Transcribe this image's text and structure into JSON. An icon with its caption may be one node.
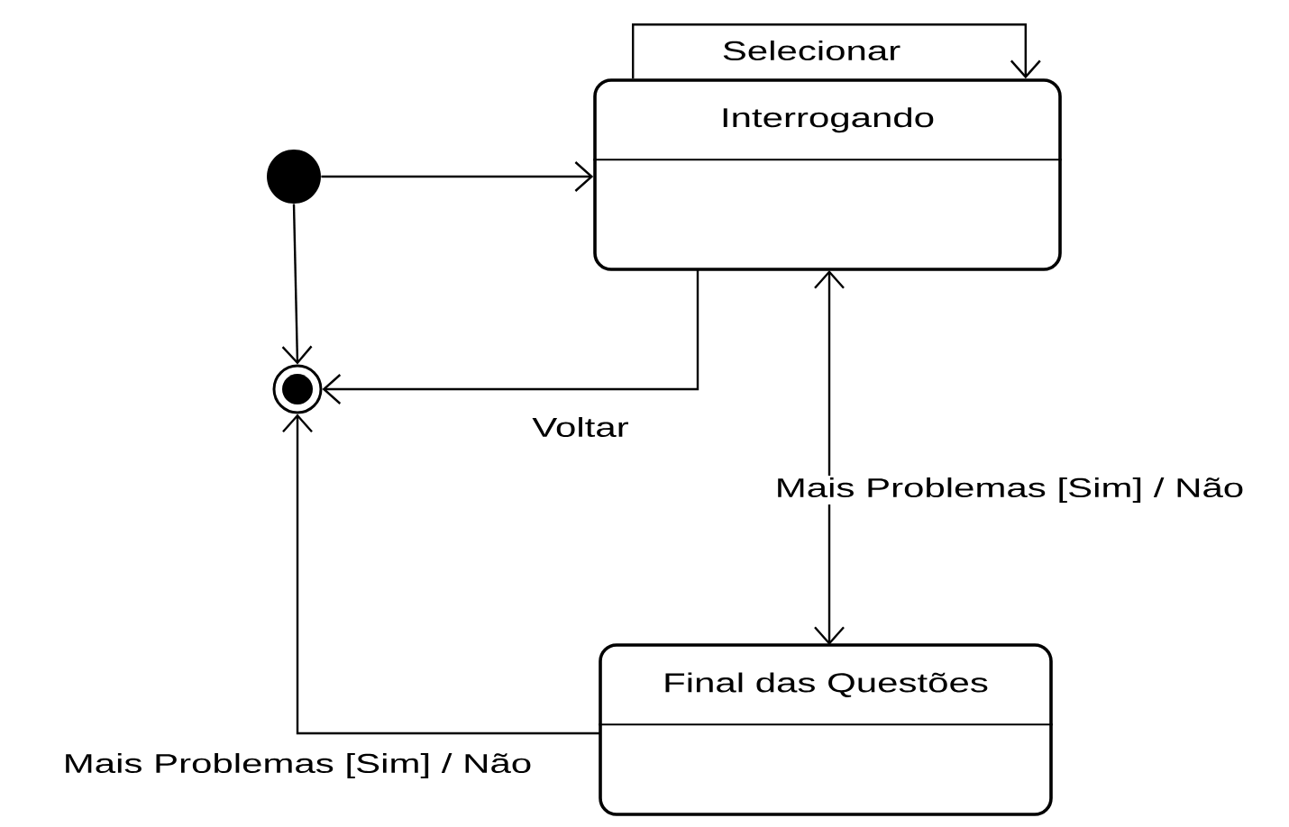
{
  "diagram": {
    "nodes": [
      {
        "text": [],
        "shape": "circle"
      },
      {
        "text": [
          "Interrogando"
        ]
      },
      {
        "text": [],
        "shape": "circle"
      },
      {
        "text": [
          "Final das Questões"
        ]
      }
    ],
    "edges": [
      {
        "from": 1,
        "to": 1,
        "arrow": "to",
        "label": "Selecionar"
      },
      {
        "from": 0,
        "to": 1,
        "arrow": "to"
      },
      {
        "from": 0,
        "to": 2,
        "arrow": "to"
      },
      {
        "from": 1,
        "to": 2,
        "arrow": "to",
        "label": "Voltar"
      },
      {
        "from": 1,
        "to": 3,
        "arrow": "both",
        "label": "Mais Problemas [Sim] / Não"
      },
      {
        "from": 3,
        "to": 2,
        "arrow": "to",
        "label": "Mais Problemas [Sim] / Não"
      }
    ]
  }
}
